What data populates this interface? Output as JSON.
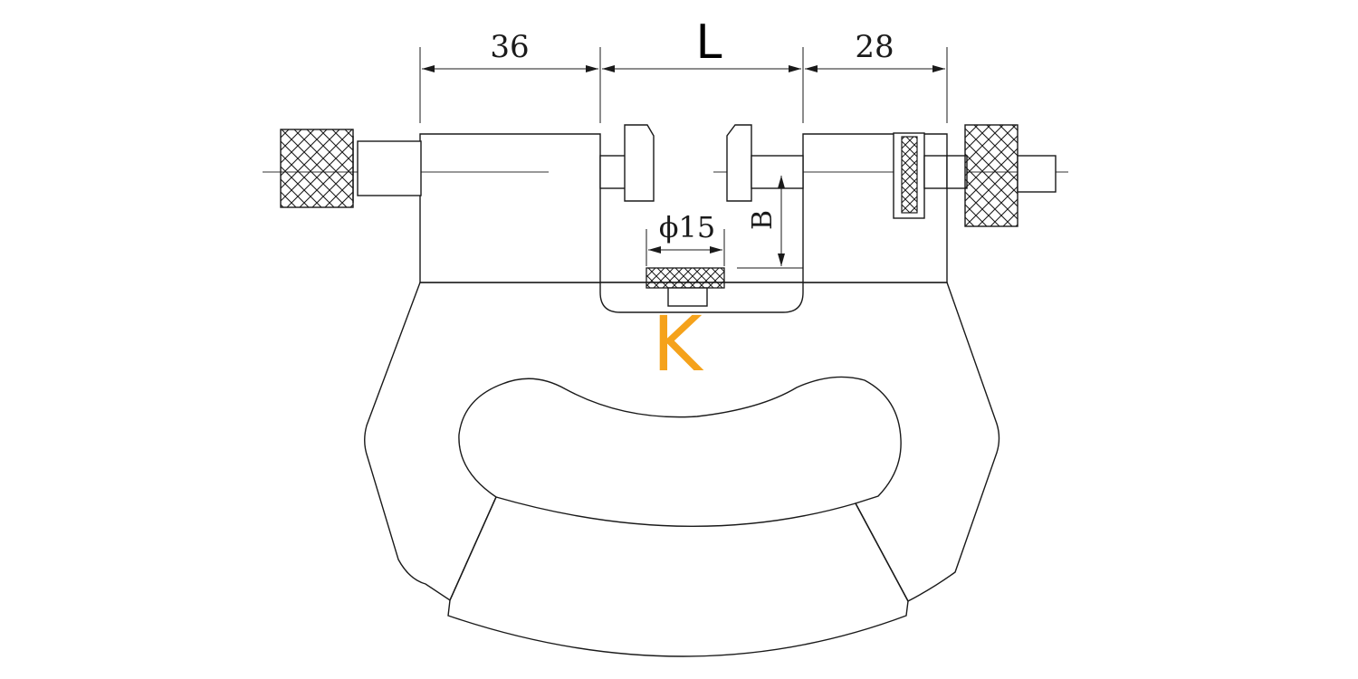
{
  "dimensions": {
    "left_length": "36",
    "center_length": "L",
    "right_length": "28",
    "anvil_diameter": "ϕ15",
    "height_label": "B"
  },
  "marker": {
    "label": "K",
    "color": "#f5a21b"
  }
}
